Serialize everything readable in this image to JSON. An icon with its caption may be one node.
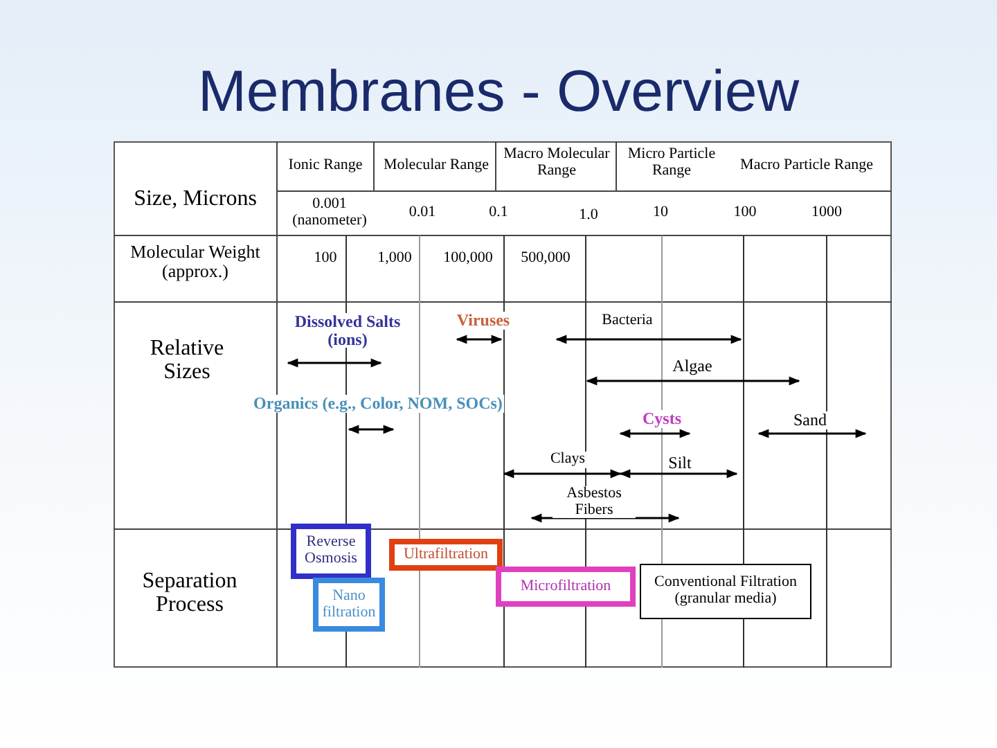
{
  "diagram": {
    "title": "Membranes - Overview",
    "nodes": [
      {
        "text": [
          "Reverse Osmosis"
        ]
      },
      {
        "text": [
          "Nano filtration"
        ]
      },
      {
        "text": [
          "Ultrafiltration"
        ]
      },
      {
        "text": [
          "Microfiltration"
        ]
      },
      {
        "text": [
          "Conventional Filtration (granular media)"
        ]
      }
    ],
    "labels": [
      "Size, Microns",
      "Ionic Range",
      "Molecular Range",
      "Macro Molecular Range",
      "Micro Particle Range",
      "Macro Particle Range",
      "0.001 (nanometer)",
      "0.01",
      "0.1",
      "1.0",
      "10",
      "100",
      "1000",
      "Molecular Weight (approx.)",
      "100",
      "1,000",
      "100,000",
      "500,000",
      "Relative Sizes",
      "Dissolved Salts (ions)",
      "Viruses",
      "Bacteria",
      "Algae",
      "Organics (e.g., Color, NOM, SOCs)",
      "Cysts",
      "Sand",
      "Clays",
      "Silt",
      "Asbestos Fibers",
      "Separation Process"
    ]
  }
}
